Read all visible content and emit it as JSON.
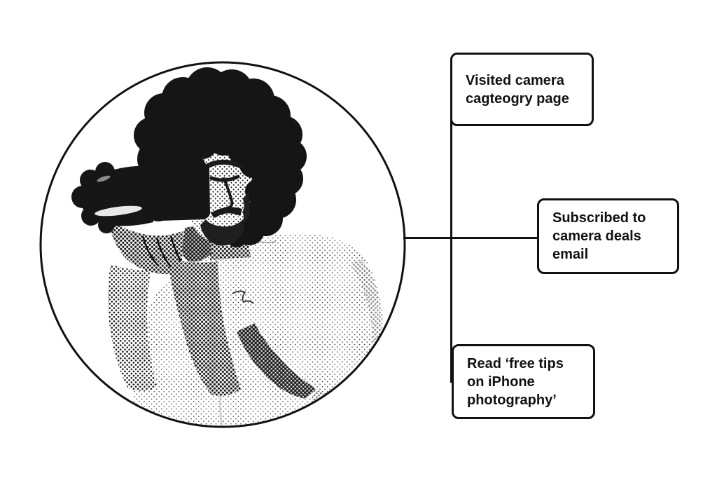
{
  "page": {
    "background_color": "#ffffff",
    "stroke_color": "#111111"
  },
  "diagram": {
    "portrait": {
      "alt": "Black and white halftone photo of a man with curly hair holding a DSLR camera up to his eye, inside a circle"
    },
    "events": [
      {
        "label": "Visited camera cagteogry page"
      },
      {
        "label": "Subscribed to camera deals email"
      },
      {
        "label": "Read ‘free tips on iPhone photography’"
      }
    ]
  }
}
